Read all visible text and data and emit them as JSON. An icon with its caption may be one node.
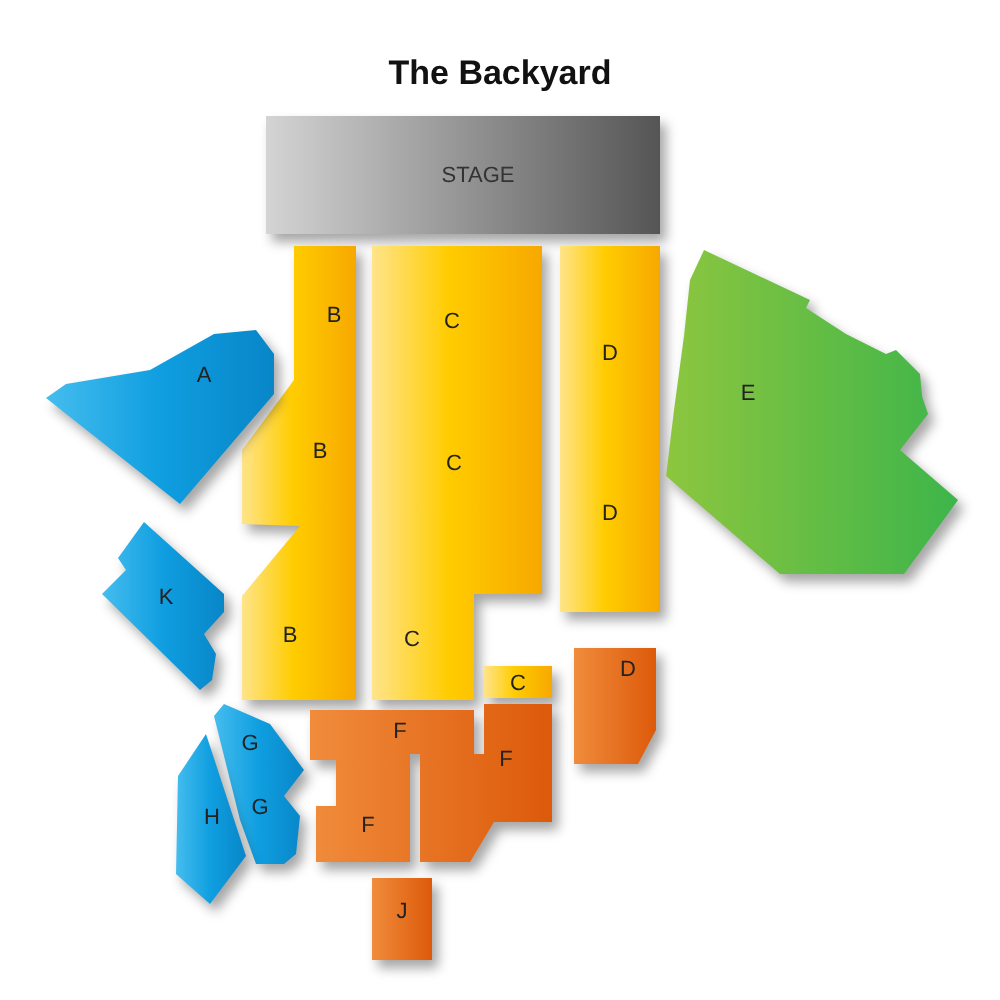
{
  "diagram": {
    "title": "The Backyard",
    "nodes": [
      {
        "text": [
          "STAGE"
        ]
      },
      {
        "text": [
          "B",
          "B",
          "B"
        ]
      },
      {
        "text": [
          "C",
          "C",
          "C"
        ]
      },
      {
        "text": [
          "D",
          "D"
        ]
      },
      {
        "text": [
          "E"
        ]
      },
      {
        "text": [
          "A"
        ]
      },
      {
        "text": [
          "K"
        ]
      },
      {
        "text": [
          "C"
        ]
      },
      {
        "text": [
          "D"
        ]
      },
      {
        "text": [
          "F",
          "F",
          "F"
        ]
      },
      {
        "text": [
          "G",
          "G"
        ]
      },
      {
        "text": [
          "H"
        ]
      },
      {
        "text": [
          "J"
        ]
      }
    ]
  }
}
